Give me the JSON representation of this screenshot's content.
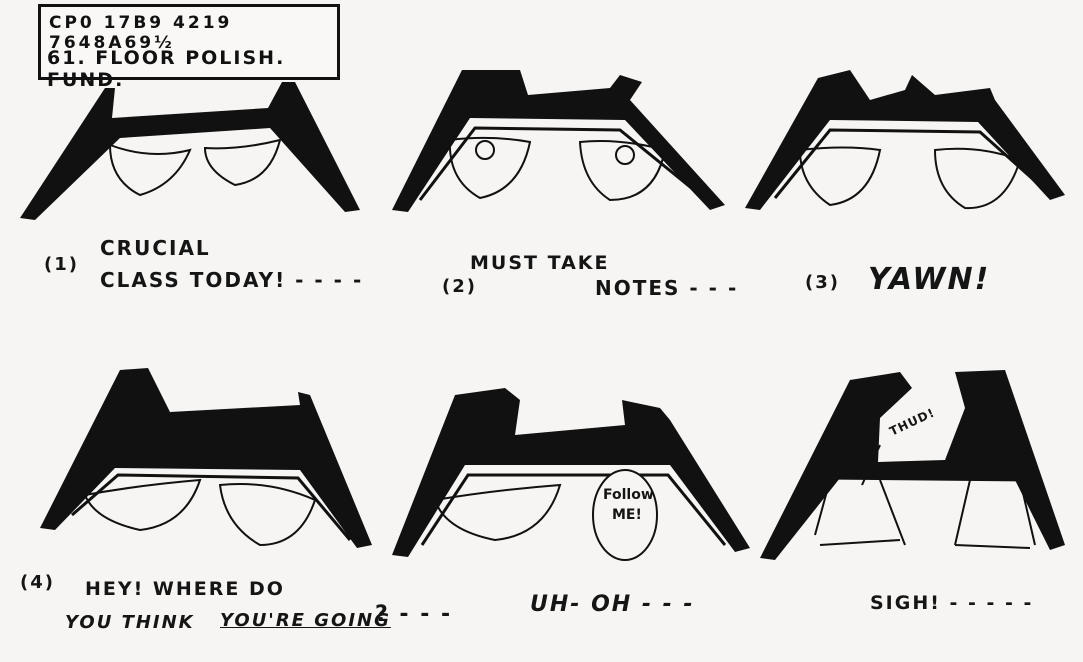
{
  "label": {
    "line1": "CP0 17B9 4219 7648A69½",
    "line2": "61. FLOOR POLISH. FUND."
  },
  "panels": [
    {
      "number": "(1)",
      "caption_lines": [
        "CRUCIAL",
        "CLASS TODAY! - - - -"
      ]
    },
    {
      "number": "(2)",
      "caption_lines": [
        "MUST TAKE",
        "NOTES - - -"
      ]
    },
    {
      "number": "(3)",
      "caption_lines": [
        "YAWN!"
      ]
    },
    {
      "number": "(4)",
      "caption_lines": [
        "HEY! WHERE DO",
        "YOU THINK",
        "YOU'RE GOING",
        "? - - -"
      ]
    },
    {
      "number": "",
      "caption_lines": [
        "UH- OH - - -"
      ],
      "speech": [
        "Follow",
        "ME!"
      ]
    },
    {
      "number": "",
      "caption_lines": [
        "SIGH! - - - - -"
      ],
      "sound": "THUD!"
    }
  ],
  "colors": {
    "ink": "#111111",
    "paper": "#f6f5f3"
  }
}
